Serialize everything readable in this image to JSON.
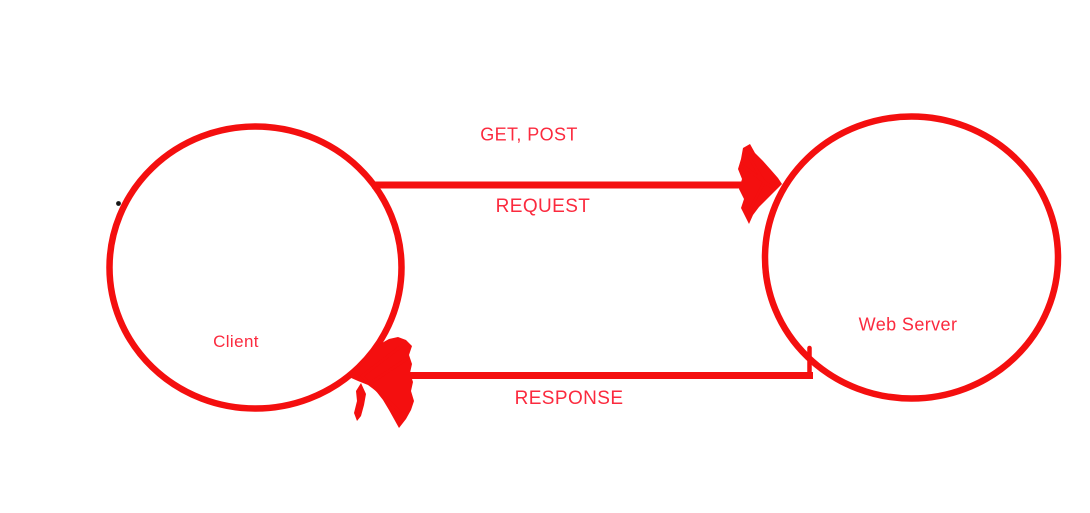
{
  "diagram": {
    "type": "flow",
    "background": "#ffffff",
    "colors": {
      "shape": "#f40f0f",
      "text": "#fb2a3e",
      "dot": "#161616"
    },
    "nodes": [
      {
        "id": "client",
        "shape": "circle",
        "label": "Client"
      },
      {
        "id": "web-server",
        "shape": "circle",
        "label": "Web Server"
      }
    ],
    "edges": [
      {
        "from": "client",
        "to": "web-server",
        "direction": "right",
        "labels": [
          "GET, POST",
          "REQUEST"
        ]
      },
      {
        "from": "web-server",
        "to": "client",
        "direction": "left",
        "labels": [
          "RESPONSE"
        ]
      }
    ],
    "labels": {
      "get_post": "GET, POST",
      "request": "REQUEST",
      "response": "RESPONSE",
      "client": "Client",
      "web_server": "Web Server"
    }
  }
}
